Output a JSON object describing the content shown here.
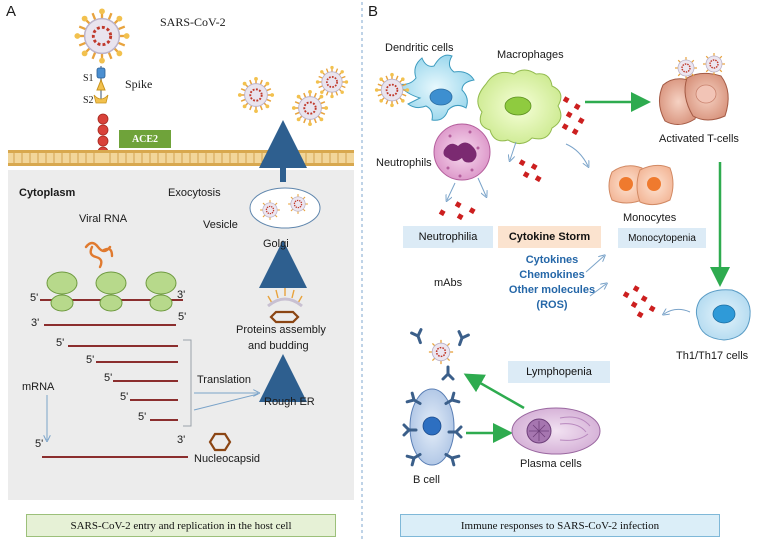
{
  "panel_a": {
    "letter": "A",
    "virus_name": "SARS-CoV-2",
    "spike_label": "Spike",
    "s1_label": "S1",
    "s2_label": "S2",
    "ace2_label": "ACE2",
    "cytoplasm_label": "Cytoplasm",
    "exocytosis_label": "Exocytosis",
    "vesicle_label": "Vesicle",
    "viral_rna_label": "Viral RNA",
    "golgi_label": "Golgi",
    "proteins_assembly_label": "Proteins assembly",
    "and_budding_label": "and budding",
    "translation_label": "Translation",
    "rough_er_label": "Rough  ER",
    "mrna_label": "mRNA",
    "nucleocapsid_label": "Nucleocapsid",
    "five_prime": "5'",
    "three_prime": "3'",
    "caption": "SARS-CoV-2  entry and replication in the host cell"
  },
  "panel_b": {
    "letter": "B",
    "dendritic_cells_label": "Dendritic cells",
    "macrophages_label": "Macrophages",
    "activated_tcells_label": "Activated  T-cells",
    "neutrophils_label": "Neutrophils",
    "monocytes_label": "Monocytes",
    "neutrophilia_label": "Neutrophilia",
    "cytokine_storm_label": "Cytokine Storm",
    "monocytopenia_label": "Monocytopenia",
    "mabs_label": "mAbs",
    "storm_items": [
      "Cytokines",
      "Chemokines",
      "Other molecules",
      "(ROS)"
    ],
    "th_cells_label": "Th1/Th17 cells",
    "lymphopenia_label": "Lymphopenia",
    "b_cell_label": "B cell",
    "plasma_cells_label": "Plasma cells",
    "caption": "Immune responses to SARS-CoV-2 infection"
  },
  "colors": {
    "virus_spike": "#e8a33d",
    "virus_core": "#c0392b",
    "membrane": "#e8c27a",
    "rna_line": "#8b2e2e",
    "arrow_dark_blue": "#2e5f8f",
    "arrow_green": "#2eab4f",
    "cytokine_dot": "#cc1f1f"
  }
}
